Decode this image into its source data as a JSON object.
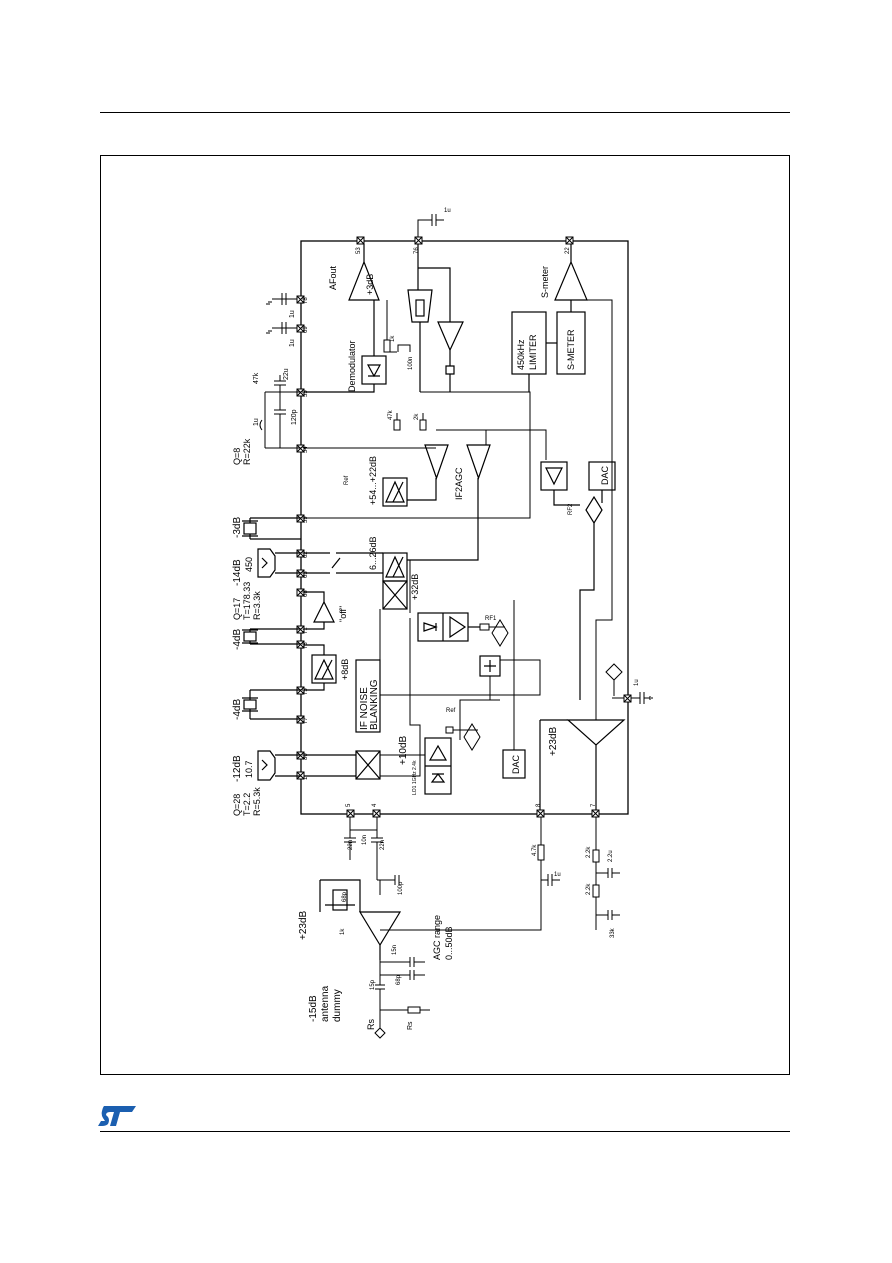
{
  "page": {
    "logo_text": "ST"
  },
  "diagram": {
    "antenna": {
      "label_1": "-15dB",
      "label_2": "antenna",
      "label_3": "dummy",
      "source": "Rs",
      "r_label": "Rs",
      "c1": "15p",
      "c2": "15n",
      "c3": "68p"
    },
    "lna": {
      "gain": "+23dB",
      "agc_1": "AGC range",
      "agc_2": "0...50dB",
      "c_in": "68p",
      "l_label": "1k",
      "c_out": "100p"
    },
    "filters": {
      "f1_value": "10.7",
      "f1_gain": "-12dB",
      "f1_params": [
        "Q=28",
        "T=2.2",
        "R=5.3k"
      ],
      "f2_value": "-4dB",
      "f3_value": "-4dB",
      "f3_params": [
        "Q=17",
        "T=178.33",
        "R=3.3k"
      ],
      "f4_value": "450",
      "f4_gain": "-14dB",
      "f5_value": "-3dB",
      "demod_params": [
        "Q=8",
        "R=22k"
      ]
    },
    "blocks": {
      "mixer1_gain": "+10dB",
      "mixer1_text": "LO1 1GHz 2.4k",
      "noise_blank_1": "IF NOISE",
      "noise_blank_2": "BLANKING",
      "amp_8db": "+8dB",
      "off_label": "\"off\"",
      "mixer2_range": "6...26dB",
      "mixer2_gain": "+32dB",
      "amp_54": "+54...+22dB",
      "if2agc": "IF2AGC",
      "demodulator": "Demodulator",
      "afout": "AFout",
      "afout_gain": "+3dB",
      "limiter_1": "450kHz",
      "limiter_2": "LIMITER",
      "smeter_block": "S-METER",
      "smeter_out": "S-meter",
      "dac": "DAC",
      "dac2": "DAC",
      "lnagain": "+23dB",
      "ref": "Ref",
      "ref2": "Ref",
      "rf1": "RF1",
      "rf2": "RF2"
    },
    "pins": {
      "p1": "1",
      "p4": "4",
      "p5": "5",
      "p7": "7",
      "p8": "8",
      "p22": "22",
      "p53": "53",
      "p54": "54",
      "p55": "55",
      "p59": "59",
      "p62": "62",
      "p63": "63",
      "p68": "68",
      "p71": "71",
      "p73": "73",
      "p75": "75",
      "p77": "77",
      "p78": "78",
      "p80": "80",
      "p69": "69",
      "p76": "76"
    },
    "passives": {
      "c_22n_a": "22n",
      "c_22n_b": "22n",
      "c_10n": "10n",
      "c_1u": "1u",
      "c_1u_b": "1u",
      "c_1u_c": "1u",
      "c_2u2": "2.2u",
      "c_22u": "22u",
      "c_120p": "120p",
      "c_100n": "100n",
      "c_18p": "18p",
      "c_15p": "15p",
      "r_4k7": "4.7k",
      "r_2k2_a": "2.2k",
      "r_2k2_b": "2.2k",
      "r_47k": "47k",
      "r_2k": "2k",
      "r_1k": "1k",
      "r_33k": "33k",
      "r_1k_b": "1k",
      "l_1u": "1u"
    }
  }
}
